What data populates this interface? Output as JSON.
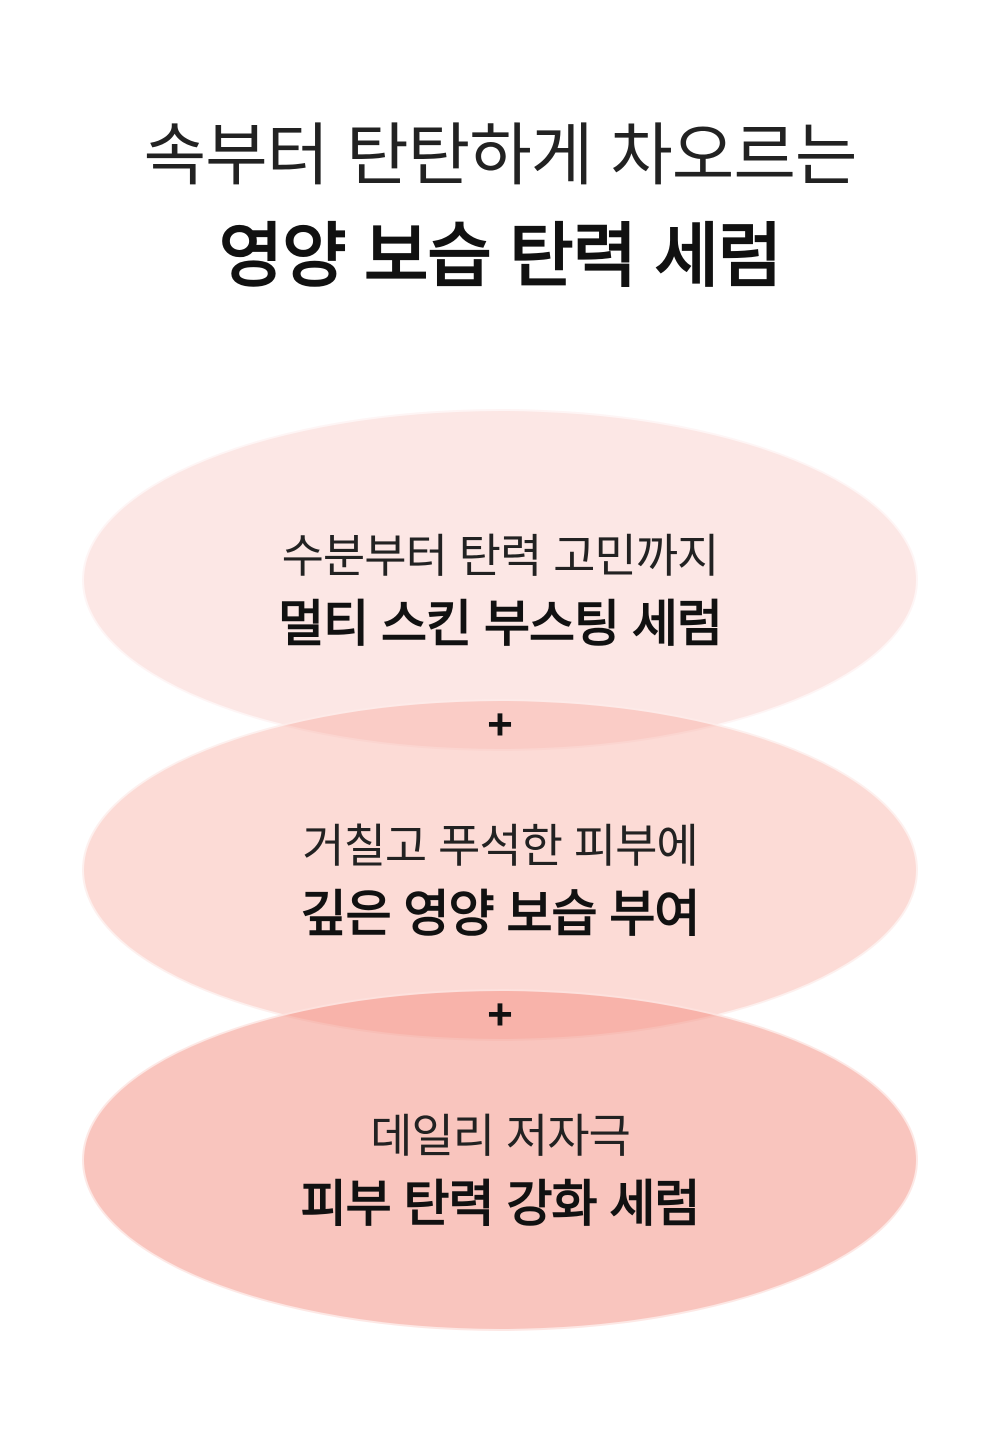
{
  "header": {
    "line1": "속부터 탄탄하게 차오르는",
    "line2": "영양 보습 탄력 세럼"
  },
  "features": [
    {
      "sub": "수분부터 탄력 고민까지",
      "title": "멀티 스킨 부스팅 세럼"
    },
    {
      "sub": "거칠고 푸석한 피부에",
      "title": "깊은 영양 보습 부여"
    },
    {
      "sub": "데일리 저자극",
      "title": "피부 탄력 강화 세럼"
    }
  ],
  "plus_symbol": "+",
  "colors": {
    "ellipse1": "#fbe6e3",
    "ellipse2": "#fcd9d4",
    "ellipse3": "#fbc3bb"
  }
}
